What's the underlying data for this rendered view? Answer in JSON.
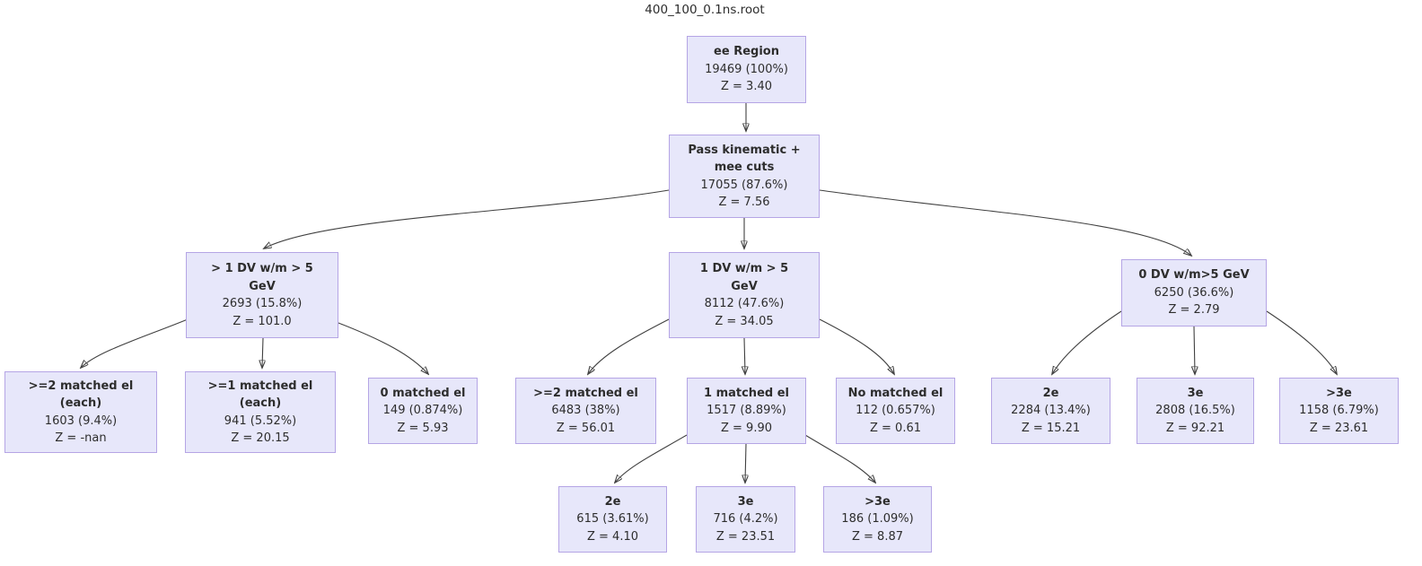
{
  "diagram_title": "400_100_0.1ns.root",
  "nodes": {
    "root": {
      "label": "ee Region",
      "count": "19469 (100%)",
      "z": "Z = 3.40"
    },
    "pass": {
      "label": "Pass kinematic +\nmee cuts",
      "count": "17055 (87.6%)",
      "z": "Z = 7.56"
    },
    "gt1dv": {
      "label": "> 1 DV w/m > 5\nGeV",
      "count": "2693 (15.8%)",
      "z": "Z = 101.0"
    },
    "onedv": {
      "label": "1 DV w/m > 5\nGeV",
      "count": "8112 (47.6%)",
      "z": "Z = 34.05"
    },
    "zerodv": {
      "label": "0 DV w/m>5 GeV",
      "count": "6250 (36.6%)",
      "z": "Z = 2.79"
    },
    "ge2each": {
      "label": ">=2 matched el\n(each)",
      "count": "1603 (9.4%)",
      "z": "Z = -nan"
    },
    "ge1each": {
      "label": ">=1 matched el\n(each)",
      "count": "941 (5.52%)",
      "z": "Z = 20.15"
    },
    "zeromatch": {
      "label": "0 matched el",
      "count": "149 (0.874%)",
      "z": "Z = 5.93"
    },
    "ge2matched": {
      "label": ">=2 matched el",
      "count": "6483 (38%)",
      "z": "Z = 56.01"
    },
    "onematched": {
      "label": "1 matched el",
      "count": "1517 (8.89%)",
      "z": "Z = 9.90"
    },
    "nomatched": {
      "label": "No matched el",
      "count": "112 (0.657%)",
      "z": "Z = 0.61"
    },
    "r2e": {
      "label": "2e",
      "count": "2284 (13.4%)",
      "z": "Z = 15.21"
    },
    "r3e": {
      "label": "3e",
      "count": "2808 (16.5%)",
      "z": "Z = 92.21"
    },
    "rgt3e": {
      "label": ">3e",
      "count": "1158 (6.79%)",
      "z": "Z = 23.61"
    },
    "b2e": {
      "label": "2e",
      "count": "615 (3.61%)",
      "z": "Z = 4.10"
    },
    "b3e": {
      "label": "3e",
      "count": "716 (4.2%)",
      "z": "Z = 23.51"
    },
    "bgt3e": {
      "label": ">3e",
      "count": "186 (1.09%)",
      "z": "Z = 8.87"
    }
  },
  "edges": [
    [
      "root",
      "pass"
    ],
    [
      "pass",
      "gt1dv"
    ],
    [
      "pass",
      "onedv"
    ],
    [
      "pass",
      "zerodv"
    ],
    [
      "gt1dv",
      "ge2each"
    ],
    [
      "gt1dv",
      "ge1each"
    ],
    [
      "gt1dv",
      "zeromatch"
    ],
    [
      "onedv",
      "ge2matched"
    ],
    [
      "onedv",
      "onematched"
    ],
    [
      "onedv",
      "nomatched"
    ],
    [
      "zerodv",
      "r2e"
    ],
    [
      "zerodv",
      "r3e"
    ],
    [
      "zerodv",
      "rgt3e"
    ],
    [
      "onematched",
      "b2e"
    ],
    [
      "onematched",
      "b3e"
    ],
    [
      "onematched",
      "bgt3e"
    ]
  ],
  "colors": {
    "node_fill": "#e7e7fa",
    "node_border": "#b5a5e5",
    "edge": "#404040",
    "text": "#2d2d2d"
  }
}
